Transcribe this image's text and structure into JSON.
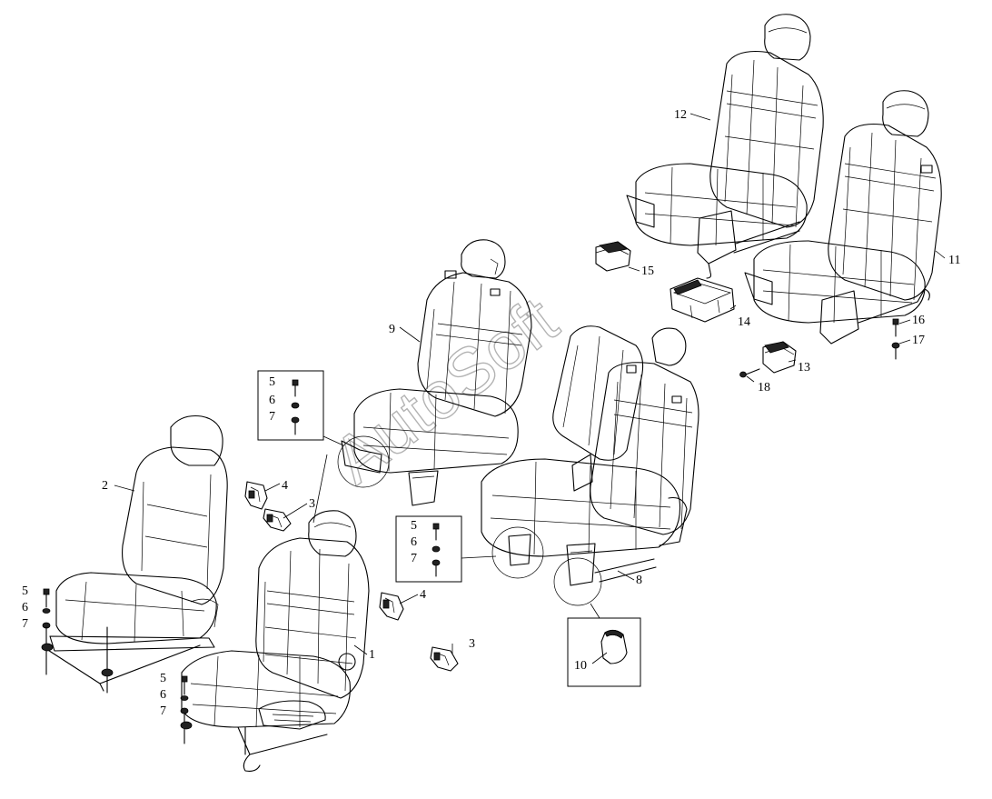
{
  "watermark": "AutoSoft",
  "callouts": {
    "c1": "1",
    "c2": "2",
    "c3a": "3",
    "c3b": "3",
    "c4a": "4",
    "c4b": "4",
    "c5a": "5",
    "c5b": "5",
    "c5c": "5",
    "c5d": "5",
    "c6a": "6",
    "c6b": "6",
    "c6c": "6",
    "c6d": "6",
    "c7a": "7",
    "c7b": "7",
    "c7c": "7",
    "c7d": "7",
    "c8": "8",
    "c9": "9",
    "c10": "10",
    "c11": "11",
    "c12": "12",
    "c13": "13",
    "c14": "14",
    "c15": "15",
    "c16": "16",
    "c17": "17",
    "c18": "18"
  }
}
